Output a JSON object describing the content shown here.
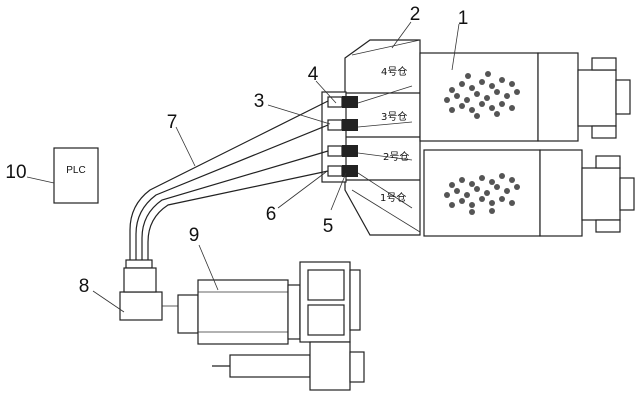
{
  "labels": {
    "n1": "1",
    "n2": "2",
    "n3": "3",
    "n4": "4",
    "n5": "5",
    "n6": "6",
    "n7": "7",
    "n8": "8",
    "n9": "9",
    "n10": "10"
  },
  "plc": "PLC",
  "bins": {
    "bin4": "4号仓",
    "bin3": "3号仓",
    "bin2": "2号仓",
    "bin1": "1号仓"
  }
}
